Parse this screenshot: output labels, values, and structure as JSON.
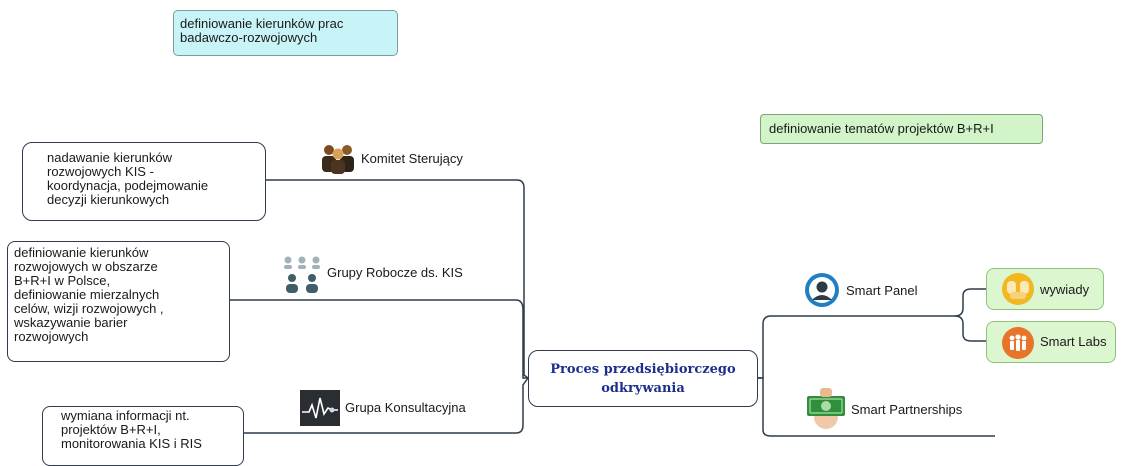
{
  "notes": {
    "cyan": "definiowanie kierunków prac\nbadawczo-rozwojowych",
    "green": "definiowanie tematów projektów B+R+I"
  },
  "central": {
    "line1": "Proces przedsiębiorczego",
    "line2": "odkrywania"
  },
  "left_branches": [
    {
      "title": "Komitet Sterujący",
      "icon": "people-group-icon",
      "description": "nadawanie kierunków\nrozwojowych KIS -\nkoordynacja, podejmowanie\ndecyzji kierunkowych"
    },
    {
      "title": "Grupy Robocze ds. KIS",
      "icon": "team-icon",
      "description": "definiowanie kierunków\nrozwojowych w obszarze\nB+R+I w Polsce,\ndefiniowanie mierzalnych\ncelów, wizji rozwojowych ,\nwskazywanie barier\nrozwojowych"
    },
    {
      "title": "Grupa Konsultacyjna",
      "icon": "pulse-chart-icon",
      "description": "wymiana informacji nt.\nprojektów B+R+I,\nmonitorowania KIS i RIS"
    }
  ],
  "right_branches": [
    {
      "title": "Smart Panel",
      "icon": "user-circle-icon",
      "children": [
        {
          "title": "wywiady",
          "icon": "interview-icon"
        },
        {
          "title": "Smart Labs",
          "icon": "lab-icon"
        }
      ]
    },
    {
      "title": "Smart Partnerships",
      "icon": "money-icon"
    }
  ],
  "colors": {
    "line": "#2e3c4d",
    "central_text": "#1c2f8c",
    "note_cyan": "#c8f3f7",
    "note_green": "#d2f4c8",
    "subnode_bg": "#dcf6cf",
    "subnode_border": "#8cc47d"
  }
}
